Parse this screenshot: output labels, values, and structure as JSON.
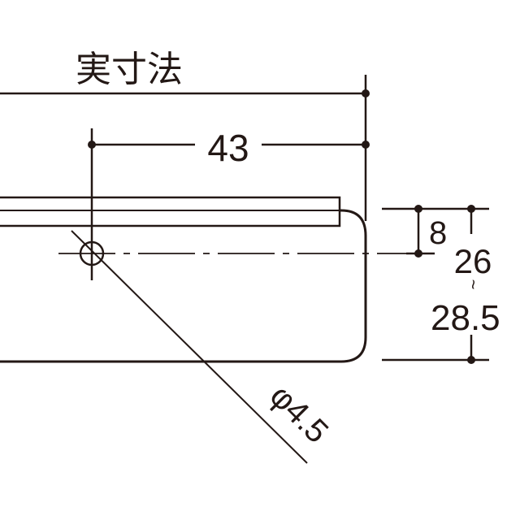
{
  "labels": {
    "actual_size": "実寸法",
    "width_dim": "43",
    "offset_dim": "8",
    "height_min": "26",
    "range_sep": "~",
    "height_max": "28.5",
    "hole_dia": "φ4.5"
  },
  "colors": {
    "line": "#231815",
    "background": "#ffffff"
  }
}
